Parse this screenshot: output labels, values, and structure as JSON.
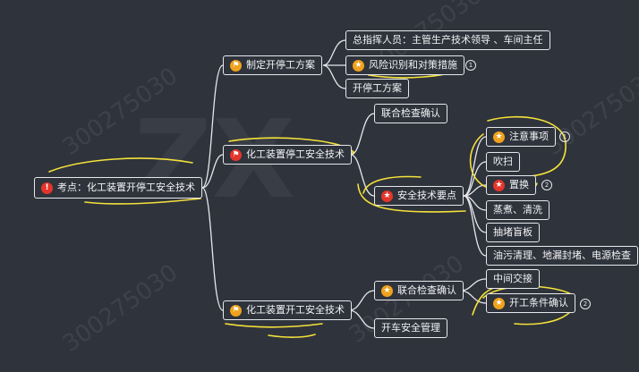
{
  "watermark": {
    "number": "300275030"
  },
  "mindmap": {
    "root": {
      "label": "考点：化工装置开停工安全技术",
      "icon": "exclamation-icon",
      "badge_text": "!"
    },
    "branch_shutdown_plan": {
      "label": "制定开停工方案",
      "icon": "flag-icon",
      "children": [
        {
          "label": "总指挥人员：主管生产技术领导   、车间主任"
        },
        {
          "label": "风险识别和对策措施",
          "icon": "star-icon",
          "marker": "1"
        },
        {
          "label": "开停工方案"
        }
      ]
    },
    "branch_shutdown_safety": {
      "label": "化工装置停工安全技术",
      "icon": "red-flag-icon",
      "children": [
        {
          "label": "联合检查确认"
        },
        {
          "label": "安全技术要点",
          "icon": "red-star-icon"
        }
      ],
      "key_points": [
        {
          "label": "注意事项",
          "icon": "star-icon",
          "marker": "1"
        },
        {
          "label": "吹扫"
        },
        {
          "label": "置换",
          "icon": "red-star-icon",
          "marker": "2"
        },
        {
          "label": "蒸煮、清洗"
        },
        {
          "label": "抽堵盲板"
        },
        {
          "label": "油污清理、地漏封堵、电源检查"
        }
      ]
    },
    "branch_startup_safety": {
      "label": "化工装置开工安全技术",
      "icon": "flag-icon",
      "children": [
        {
          "label": "联合检查确认",
          "icon": "star-icon"
        },
        {
          "label": "开车安全管理"
        }
      ],
      "joint_check": [
        {
          "label": "中间交接"
        },
        {
          "label": "开工条件确认",
          "icon": "star-icon",
          "marker": "2"
        }
      ]
    }
  }
}
